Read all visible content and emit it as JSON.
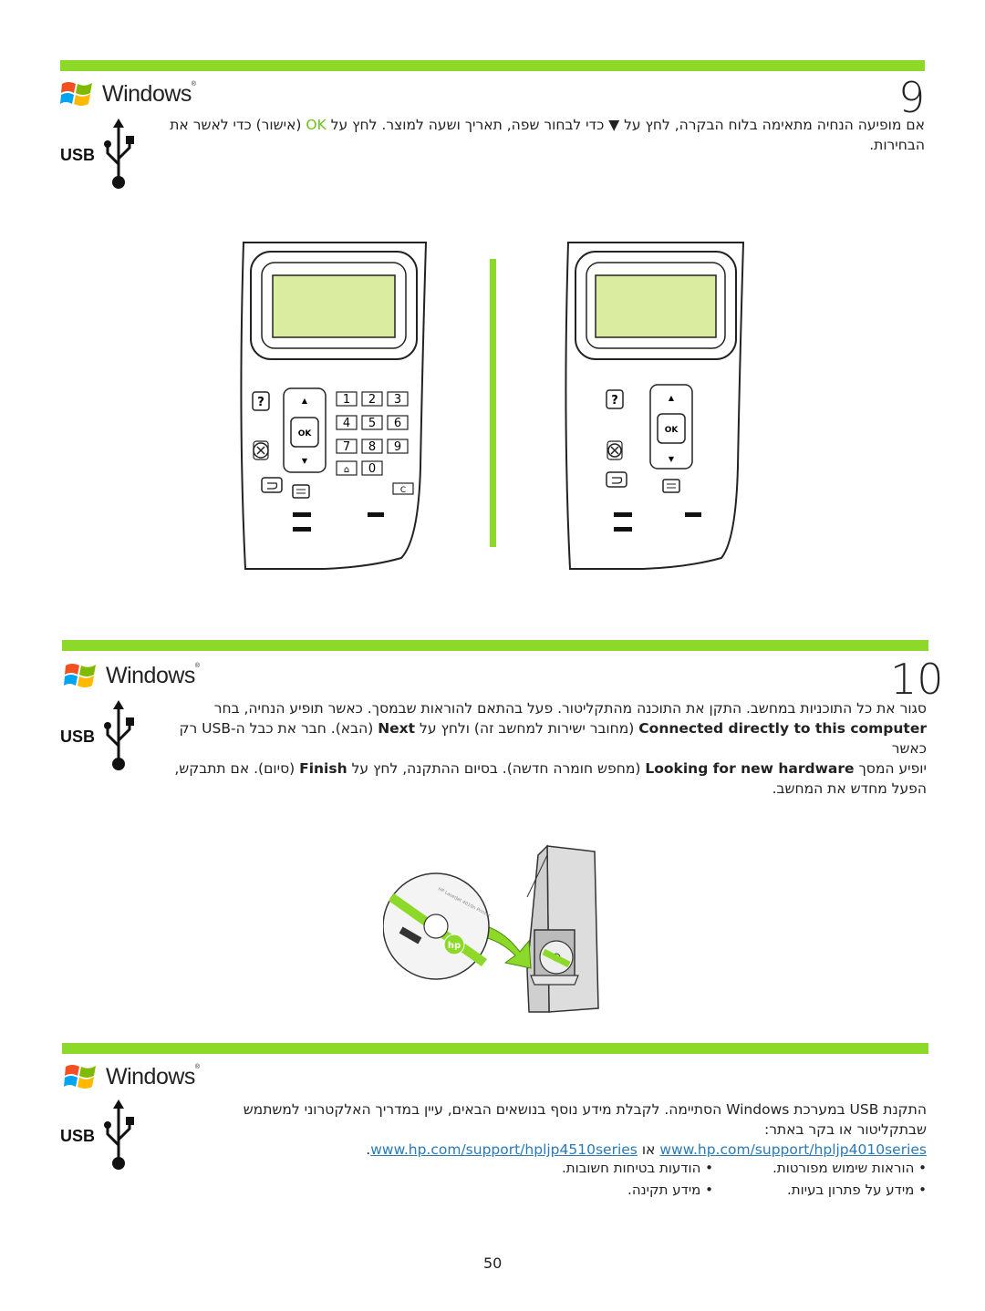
{
  "brand": {
    "windows_logo_text": "Windows",
    "usb_label": "USB",
    "accent_green": "#8cd92a",
    "link_color": "#2a7ab5"
  },
  "step9": {
    "number": "9",
    "text_before_ok": "אם מופיעה הנחיה מתאימה בלוח הבקרה, לחץ על ▼ כדי לבחור שפה, תאריך ושעה למוצר. לחץ על",
    "ok_label": "OK",
    "text_after_ok": "(אישור) כדי לאשר את הבחירות."
  },
  "control_panel": {
    "help_key": "?",
    "ok_key": "OK",
    "up_key": "▲",
    "down_key": "▼",
    "cancel_key": "⊗",
    "back_key": "↶",
    "keypad": [
      "1",
      "2",
      "3",
      "4",
      "5",
      "6",
      "7",
      "8",
      "9",
      "0"
    ],
    "clear_key": "C",
    "lcd_color": "#d9ec9f"
  },
  "step10": {
    "number": "10",
    "line1": "סגור את כל התוכניות במחשב. התקן את התוכנה מהתקליטור. פעל בהתאם להוראות שבמסך. כאשר תופיע הנחיה, בחר",
    "line2_bold": "Connected directly to this computer",
    "line2_rest": "(מחובר ישירות למחשב זה) ולחץ על",
    "line2_next": "Next",
    "line2_end": "(הבא). חבר את כבל ה-USB רק כאשר",
    "line3_start": "יופיע המסך",
    "line3_bold": "Looking for new hardware",
    "line3_rest": "(מחפש חומרה חדשה). בסיום ההתקנה, לחץ על",
    "line3_finish": "Finish",
    "line3_end": "(סיום). אם תתבקש,",
    "line4": "הפעל מחדש את המחשב."
  },
  "cd": {
    "label_text": "HP LaserJet 4010n Printer",
    "logo": "hp"
  },
  "step11": {
    "line1": "התקנת USB במערכת Windows הסתיימה. לקבלת מידע נוסף בנושאים הבאים, עיין במדריך האלקטרוני למשתמש",
    "line2": "שבתקליטור או בקר באתר:",
    "link1": "www.hp.com/support/hpljp4010series",
    "or_word": "או",
    "link2": "www.hp.com/support/hpljp4510series",
    "bullets": [
      "הוראות שימוש מפורטות.",
      "הודעות בטיחות חשובות.",
      "מידע על פתרון בעיות.",
      "מידע תקינה."
    ]
  },
  "page_number": "50"
}
